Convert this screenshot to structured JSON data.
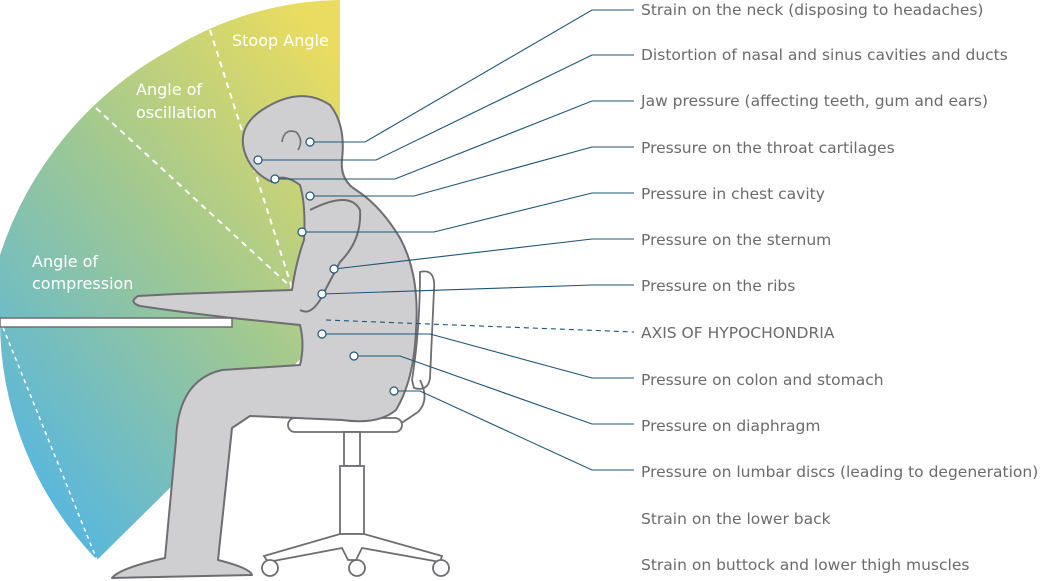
{
  "colors": {
    "sector_top": "#e9dc60",
    "sector_bottom": "#4db4ea",
    "body_fill": "#cfcfd1",
    "body_stroke": "#6e6e72",
    "leader": "#1e5577",
    "label_text": "#6b6b6b",
    "angle_text": "#ffffff"
  },
  "angles": {
    "stoop": "Stoop Angle",
    "oscillation_line1": "Angle of",
    "oscillation_line2": "oscillation",
    "compression_line1": "Angle of",
    "compression_line2": "compression"
  },
  "labels": [
    "Strain on the neck (disposing to headaches)",
    "Distortion of nasal and sinus cavities and ducts",
    "Jaw pressure (affecting teeth, gum and ears)",
    "Pressure on the throat cartilages",
    "Pressure in chest cavity",
    "Pressure on the sternum",
    "Pressure on the ribs",
    "AXIS OF HYPOCHONDRIA",
    "Pressure on colon and stomach",
    "Pressure on diaphragm",
    "Pressure on lumbar discs (leading to degeneration)",
    "Strain on the lower back",
    "Strain on buttock and lower thigh muscles"
  ]
}
